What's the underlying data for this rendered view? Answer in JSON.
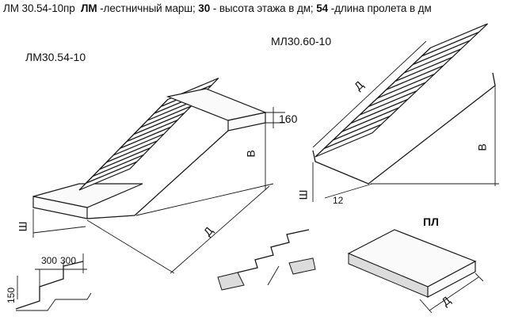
{
  "header": {
    "code": "ЛМ 30.54-10пр",
    "lm_bold": "ЛМ",
    "lm_desc": " -лестничный марш; ",
    "h_bold": "30",
    "h_desc": " - высота этажа в дм; ",
    "l_bold": "54",
    "l_desc": " -длина пролета в дм"
  },
  "labels": {
    "left_model": "ЛМ30.54-10",
    "right_model": "МЛ30.60-10",
    "dim_160": "160",
    "dim_v_left": "В",
    "dim_sh_left": "Ш",
    "dim_d_left": "Д",
    "dim_d_right": "Д",
    "dim_v_right": "В",
    "dim_sh_right": "Ш",
    "dim_12": "12",
    "tread_300_a": "300",
    "tread_300_b": "300",
    "riser_150": "150",
    "pl_title": "ПЛ",
    "pl_d": "Д"
  }
}
